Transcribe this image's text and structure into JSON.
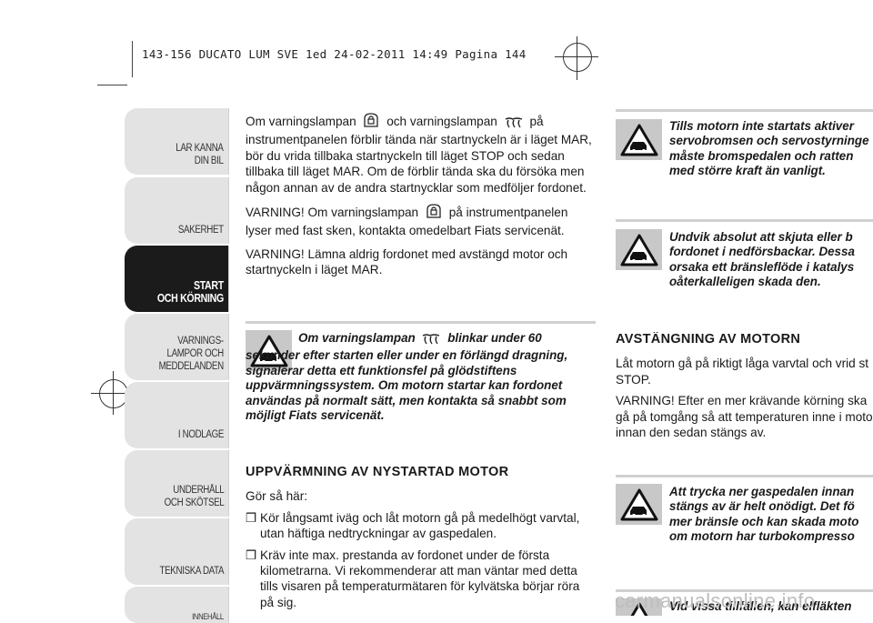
{
  "header": {
    "print_line": "143-156 DUCATO LUM SVE 1ed  24-02-2011  14:49  Pagina 144"
  },
  "tabs": [
    {
      "label": "LÄR KÄNNA\nDIN BIL",
      "active": false
    },
    {
      "label": "SÄKERHET",
      "active": false
    },
    {
      "label": "START\nOCH KÖRNING",
      "active": true
    },
    {
      "label": "VARNINGS-\nLAMPOR OCH\nMEDDELANDEN",
      "active": false
    },
    {
      "label": "I NÖDLÄGE",
      "active": false
    },
    {
      "label": "UNDERHÅLL\nOCH SKÖTSEL",
      "active": false
    },
    {
      "label": "TEKNISKA DATA",
      "active": false
    },
    {
      "label": "INNEHÅLL",
      "active": false
    }
  ],
  "col1": {
    "p1_a": "Om varningslampan",
    "p1_b": "och varningslampan",
    "p1_c": "på instrumentpanelen förblir tända när startnyckeln är i läget MAR, bör du vrida tillbaka startnyckeln till läget STOP och sedan tillbaka till läget MAR. Om de förblir tända ska du försöka men någon annan av de andra startnycklar som medföljer fordonet.",
    "p2_a": "VARNING! Om varningslampan",
    "p2_b": "på instrumentpanelen lyser med fast sken, kontakta omedelbart Fiats servicenät.",
    "p3": "VARNING! Lämna aldrig fordonet med avstängd motor och startnyckeln i läget MAR.",
    "warning1_a": "Om varningslampan",
    "warning1_b": "blinkar under 60 sekunder efter starten eller under en förlängd dragning, signalerar detta ett funktionsfel på glödstiftens uppvärmningssystem. Om motorn startar kan fordonet användas på normalt sätt, men kontakta så snabbt som möjligt Fiats servicenät.",
    "section_title": "UPPVÄRMNING AV NYSTARTAD MOTOR",
    "section_intro": "Gör så här:",
    "bullets": [
      "Kör långsamt iväg och låt motorn gå på medelhögt varvtal, utan häftiga nedtryckningar av gaspedalen.",
      "Kräv inte max. prestanda av fordonet under de första kilometrarna. Vi rekommenderar att man väntar med detta tills visaren på temperaturmätaren för kylvätska börjar röra på sig."
    ],
    "bullet_glyph": "❒"
  },
  "col2": {
    "warning1": "Tills motorn inte startats aktiver servobromsen och servostyrninge måste bromspedalen och ratten med större kraft än vanligt.",
    "warning2": "Undvik absolut att skjuta eller b fordonet i nedförsbackar. Dessa orsaka ett bränsleflöde i katalys oåterkalleligen skada den.",
    "section_title": "AVSTÄNGNING AV MOTORN",
    "p1": "Låt motorn gå på riktigt låga varvtal och vrid st STOP.",
    "p2": "VARNING! Efter en mer krävande körning ska gå på tomgång så att temperaturen inne i moto innan den sedan stängs av.",
    "warning3": "Att trycka ner gaspedalen innan stängs av är helt onödigt. Det fö mer bränsle och kan skada moto om motorn har turbokompresso",
    "warning4": "Vid vissa tillfällen, kan elfläkten"
  },
  "watermark": "carmanualsonline.info",
  "colors": {
    "tab_bg": "#e3e3e3",
    "tab_active_bg": "#1b1b1b",
    "rule": "#d0d0d0",
    "icon_bg": "#c8c8c8"
  }
}
